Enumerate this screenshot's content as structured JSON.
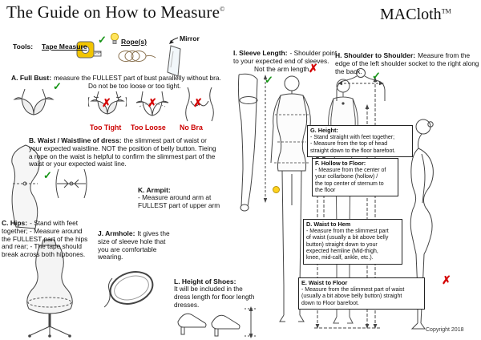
{
  "header": {
    "title": "The Guide on How to Measure",
    "copyright_symbol": "©",
    "brand": "MACloth",
    "trademark": "TM"
  },
  "tools": {
    "label": "Tools:",
    "tape_measure_label": "Tape Measure",
    "rope_label": "Rope(s)",
    "mirror_label": "Mirror"
  },
  "sections": {
    "full_bust": {
      "title": "A. Full Bust:",
      "text": "measure the FULLEST part of bust parallelly without bra.",
      "text2": "Do not be too loose or too tight.",
      "bad_fit_labels": [
        "Too Tight",
        "Too Loose",
        "No Bra"
      ]
    },
    "waist": {
      "title": "B. Waist / Waistline of dress:",
      "text": "the slimmest part of waist or your expected waistline. NOT the position of belly button. Tieing a rope on the waist is helpful to confirm the slimmest part of the waist or your expected waist line."
    },
    "hips": {
      "title": "C. Hips:",
      "text": "- Stand with feet together; - Measure around the FULLEST part of the hips and rear; - The tape should break across both hipbones."
    },
    "armhole": {
      "title": "J. Armhole:",
      "text": "It gives the size of sleeve hole that you are comfortable wearing."
    },
    "armpit": {
      "title": "K. Armpit:",
      "text": "- Measure around arm at FULLEST part of upper arm"
    },
    "sleeve_length": {
      "title": "I. Sleeve Length:",
      "text": "- Shoulder point to your expected end of sleeves.",
      "note": "Not the arm length."
    },
    "height_of_shoes": {
      "title": "L. Height of Shoes:",
      "text": "It will be included in the dress length for floor length dresses."
    },
    "shoulder_to_shoulder": {
      "title": "H. Shoulder to Shoulder:",
      "text": "Measure from the edge of the left shoulder socket to the right along the back."
    },
    "height": {
      "title": "G. Height:",
      "lines": [
        "- Stand straight with feet together;",
        "- Measure from the top of head",
        "straight down to the floor barefoot."
      ]
    },
    "hollow_to_floor": {
      "title": "F. Hollow to Floor:",
      "lines": [
        "- Measure from the center of",
        "your collarbone (hollow) /",
        "the top center of sternum to",
        "the floor"
      ]
    },
    "waist_to_hem": {
      "title": "D. Waist to Hem",
      "lines": [
        "- Measure from the slimmest part",
        "of waist (usually a bit above belly",
        "button) straight down to your",
        "expected hemline (Mid-thigh,",
        "knee, mid-calf, ankle, etc.)."
      ]
    },
    "waist_to_floor": {
      "title": "E. Waist to Floor",
      "lines": [
        "- Measure from the slimmest part of waist",
        "(usually a bit above belly button) straight",
        "down to Floor barefoot."
      ]
    }
  },
  "marks": {
    "check": "✓",
    "cross": "✗"
  },
  "colors": {
    "label_red": "#cc0000",
    "check_green": "#169416",
    "cross_red": "#d40000",
    "tape_yellow": "#f2c500"
  },
  "footer": {
    "copyright": "Copyright 2018"
  }
}
